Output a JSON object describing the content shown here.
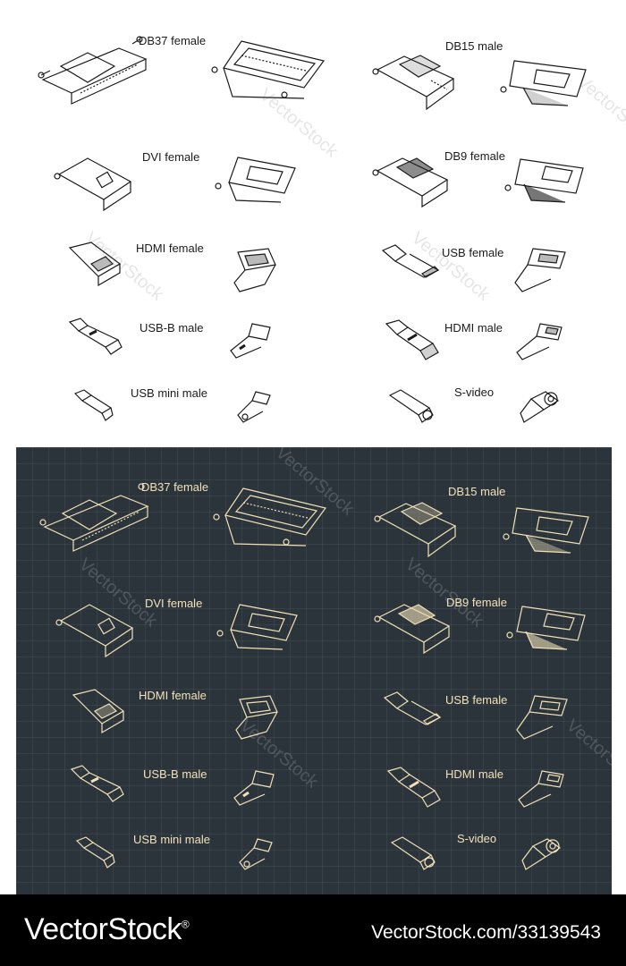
{
  "connectors": [
    "DB37 female",
    "DB15 male",
    "DVI female",
    "DB9 female",
    "HDMI female",
    "USB female",
    "USB-B male",
    "HDMI male",
    "USB mini male",
    "S-video"
  ],
  "watermark": "VectorStock",
  "footer": {
    "logo": "VectorStock",
    "logo_mark": "®",
    "url": "VectorStock.com/33139543"
  },
  "colors": {
    "dark_background": "#2b343b",
    "dark_line": "#f2e1b8",
    "light_line": "#1b1b1b",
    "footer_background": "#000000"
  }
}
